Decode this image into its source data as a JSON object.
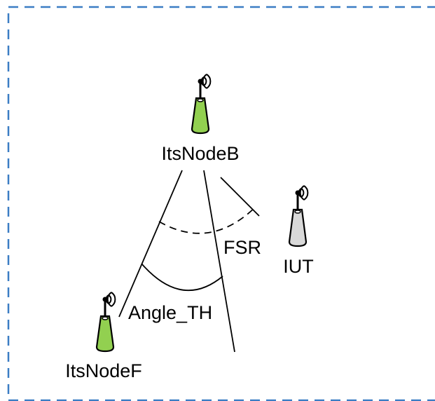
{
  "colors": {
    "frame": "#3b7dc4",
    "stroke": "#000000",
    "node_active": "#92d050",
    "node_iut": "#d9d9d9"
  },
  "nodes": {
    "itsnodeb": {
      "label": "ItsNodeB",
      "icon": "antenna-icon",
      "color": "#92d050"
    },
    "iut": {
      "label": "IUT",
      "icon": "antenna-icon",
      "color": "#d9d9d9"
    },
    "itsnodef": {
      "label": "ItsNodeF",
      "icon": "antenna-icon",
      "color": "#92d050"
    }
  },
  "annotations": {
    "fsr": "FSR",
    "angle_th": "Angle_TH"
  }
}
